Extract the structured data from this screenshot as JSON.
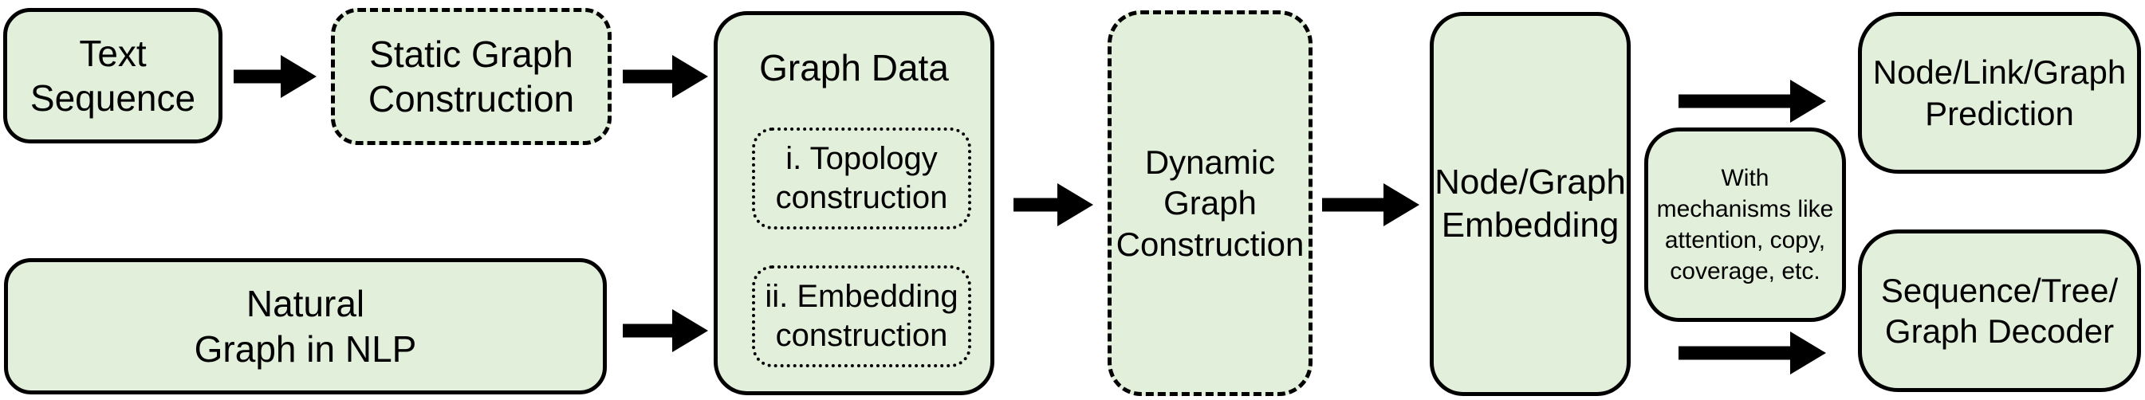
{
  "colors": {
    "background": "#ffffff",
    "box_fill": "#e2efda",
    "box_border": "#000000",
    "arrow": "#000000",
    "text": "#000000"
  },
  "icons": {
    "flow_arrow": "arrow-right"
  },
  "nodes": {
    "text_sequence": {
      "label": "Text\nSequence",
      "border": "solid"
    },
    "static_graph_construction": {
      "label": "Static Graph\nConstruction",
      "border": "dashed"
    },
    "natural_graph": {
      "label": "Natural\nGraph in NLP",
      "border": "solid"
    },
    "graph_data": {
      "title": "Graph Data",
      "border": "solid",
      "topology": {
        "label": "i. Topology\nconstruction",
        "border": "dotted"
      },
      "embedding": {
        "label": "ii. Embedding\nconstruction",
        "border": "dotted"
      }
    },
    "dynamic_graph_construction": {
      "label": "Dynamic\nGraph\nConstruction",
      "border": "dashed"
    },
    "node_graph_embedding": {
      "label": "Node/Graph\nEmbedding",
      "border": "solid"
    },
    "with_mechanisms": {
      "label": "With\nmechanisms like\nattention, copy,\ncoverage, etc.",
      "border": "solid"
    },
    "node_link_graph_prediction": {
      "label": "Node/Link/Graph\nPrediction",
      "border": "solid"
    },
    "sequence_tree_graph_decoder": {
      "label": "Sequence/Tree/\nGraph Decoder",
      "border": "solid"
    }
  }
}
